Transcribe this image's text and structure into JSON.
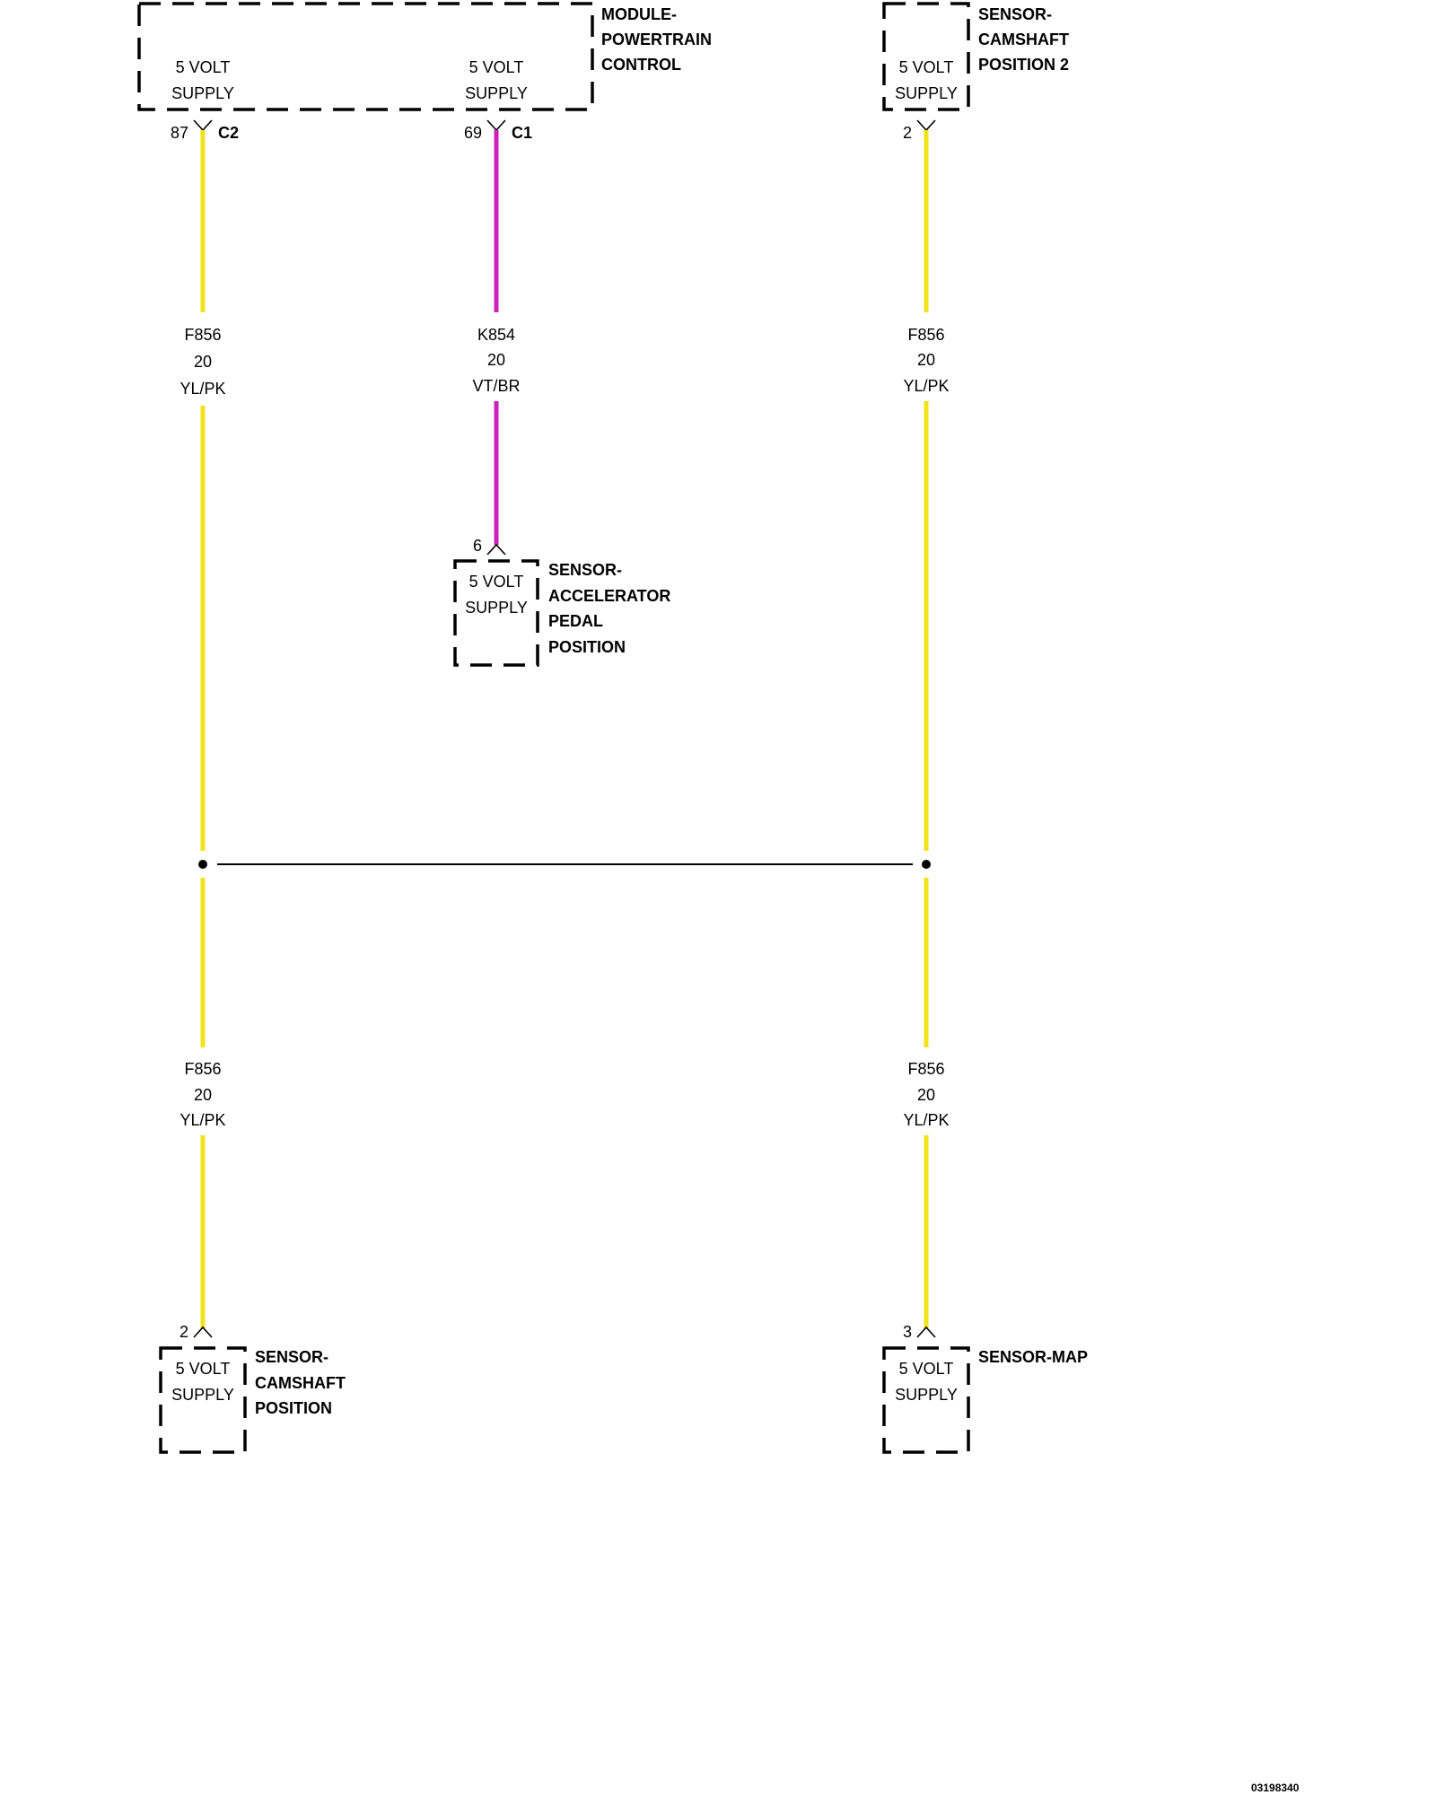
{
  "components": {
    "pcm": {
      "name_lines": [
        "MODULE-",
        "POWERTRAIN",
        "CONTROL"
      ],
      "supplies": [
        {
          "line1": "5 VOLT",
          "line2": "SUPPLY"
        },
        {
          "line1": "5 VOLT",
          "line2": "SUPPLY"
        }
      ]
    },
    "cmp2": {
      "name_lines": [
        "SENSOR-",
        "CAMSHAFT",
        "POSITION 2"
      ],
      "supply": {
        "line1": "5 VOLT",
        "line2": "SUPPLY"
      }
    },
    "app": {
      "name_lines": [
        "SENSOR-",
        "ACCELERATOR",
        "PEDAL",
        "POSITION"
      ],
      "supply": {
        "line1": "5 VOLT",
        "line2": "SUPPLY"
      }
    },
    "cmp": {
      "name_lines": [
        "SENSOR-",
        "CAMSHAFT",
        "POSITION"
      ],
      "supply": {
        "line1": "5 VOLT",
        "line2": "SUPPLY"
      }
    },
    "map": {
      "name_lines": [
        "SENSOR-MAP"
      ],
      "supply": {
        "line1": "5 VOLT",
        "line2": "SUPPLY"
      }
    }
  },
  "pins": {
    "pcm_c2": {
      "pin": "87",
      "connector": "C2"
    },
    "pcm_c1": {
      "pin": "69",
      "connector": "C1"
    },
    "cmp2": {
      "pin": "2"
    },
    "app": {
      "pin": "6"
    },
    "cmp": {
      "pin": "2"
    },
    "map": {
      "pin": "3"
    }
  },
  "wires": {
    "left_upper": {
      "circuit": "F856",
      "gauge": "20",
      "color": "YL/PK",
      "hex": "#f2e21a"
    },
    "mid": {
      "circuit": "K854",
      "gauge": "20",
      "color": "VT/BR",
      "hex": "#cc22bb"
    },
    "right_upper": {
      "circuit": "F856",
      "gauge": "20",
      "color": "YL/PK",
      "hex": "#f2e21a"
    },
    "left_lower": {
      "circuit": "F856",
      "gauge": "20",
      "color": "YL/PK",
      "hex": "#f2e21a"
    },
    "right_lower": {
      "circuit": "F856",
      "gauge": "20",
      "color": "YL/PK",
      "hex": "#f2e21a"
    }
  },
  "figure_id": "03198340"
}
